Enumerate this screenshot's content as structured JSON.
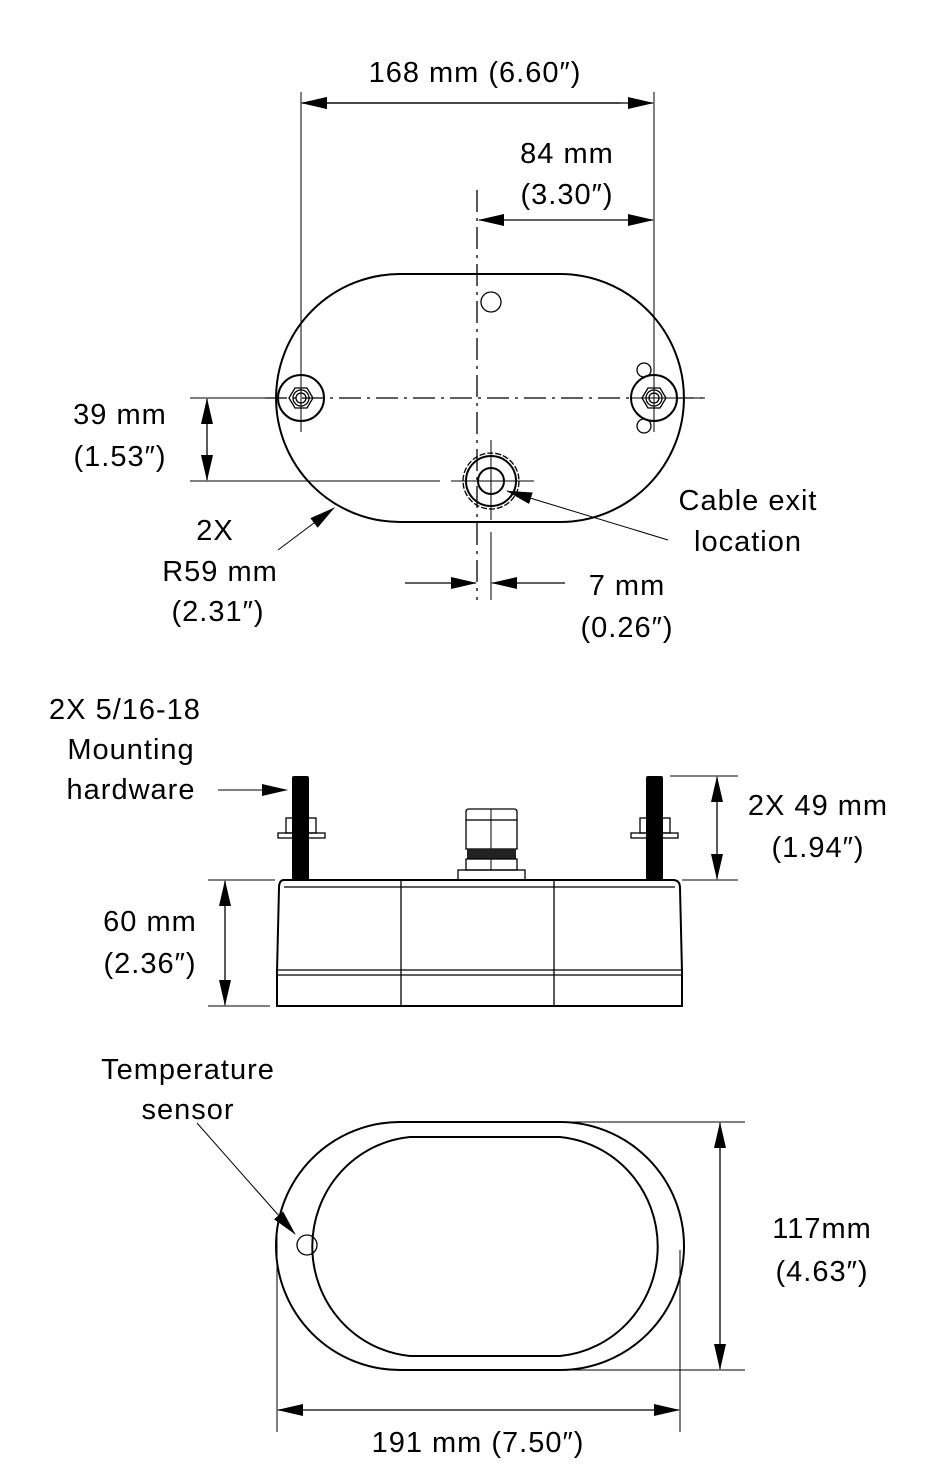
{
  "top_view": {
    "width_dim": "168 mm (6.60″)",
    "half_width_dim": [
      "84 mm",
      "(3.30″)"
    ],
    "offset_dim": [
      "39 mm",
      "(1.53″)"
    ],
    "radius_dim": [
      "2X",
      "R59 mm",
      "(2.31″)"
    ],
    "cable_exit_label": [
      "Cable exit",
      "location"
    ],
    "cable_offset_dim": [
      "7 mm",
      "(0.26″)"
    ]
  },
  "side_view": {
    "hardware_label": [
      "2X 5/16-18",
      "Mounting",
      "hardware"
    ],
    "stud_dim": [
      "2X 49 mm",
      "(1.94″)"
    ],
    "height_dim": [
      "60 mm",
      "(2.36″)"
    ]
  },
  "bottom_view": {
    "sensor_label": [
      "Temperature",
      "sensor"
    ],
    "depth_dim": [
      "117mm",
      "(4.63″)"
    ],
    "length_dim": "191 mm (7.50″)"
  }
}
